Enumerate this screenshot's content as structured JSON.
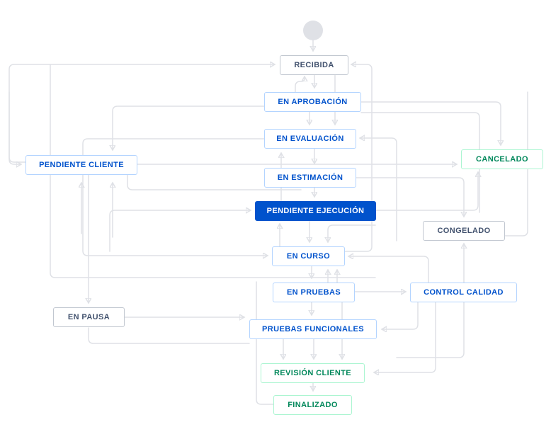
{
  "diagram": {
    "type": "workflow-status-diagram",
    "start_node_icon": "start-circle-icon",
    "colors": {
      "current_status_bg": "#0052cc",
      "blue_status_text": "#0052cc",
      "blue_status_border": "#b3d4ff",
      "green_status_text": "#00875a",
      "green_status_border": "#abf5d1",
      "gray_status_text": "#42526e",
      "gray_status_border": "#c1c7d0",
      "connector_line": "#dfe1e6",
      "connector_arrow": "#c1c7d0",
      "start_circle": "#dfe1e6"
    }
  },
  "nodes": [
    {
      "id": "recibida",
      "label": "RECIBIDA",
      "category": "gray",
      "current": false
    },
    {
      "id": "en-aprobacion",
      "label": "EN APROBACIÓN",
      "category": "blue",
      "current": false
    },
    {
      "id": "en-evaluacion",
      "label": "EN EVALUACIÓN",
      "category": "blue",
      "current": false
    },
    {
      "id": "pendiente-cliente",
      "label": "PENDIENTE CLIENTE",
      "category": "blue",
      "current": false
    },
    {
      "id": "en-estimacion",
      "label": "EN ESTIMACIÓN",
      "category": "blue",
      "current": false
    },
    {
      "id": "cancelado",
      "label": "CANCELADO",
      "category": "green",
      "current": false
    },
    {
      "id": "pendiente-ejecucion",
      "label": "PENDIENTE EJECUCIÓN",
      "category": "blue",
      "current": true
    },
    {
      "id": "congelado",
      "label": "CONGELADO",
      "category": "gray",
      "current": false
    },
    {
      "id": "en-curso",
      "label": "EN CURSO",
      "category": "blue",
      "current": false
    },
    {
      "id": "en-pruebas",
      "label": "EN PRUEBAS",
      "category": "blue",
      "current": false
    },
    {
      "id": "control-calidad",
      "label": "CONTROL CALIDAD",
      "category": "blue",
      "current": false
    },
    {
      "id": "en-pausa",
      "label": "EN PAUSA",
      "category": "gray",
      "current": false
    },
    {
      "id": "pruebas-funcionales",
      "label": "PRUEBAS FUNCIONALES",
      "category": "blue",
      "current": false
    },
    {
      "id": "revision-cliente",
      "label": "REVISIÓN CLIENTE",
      "category": "green",
      "current": false
    },
    {
      "id": "finalizado",
      "label": "FINALIZADO",
      "category": "green",
      "current": false
    }
  ]
}
